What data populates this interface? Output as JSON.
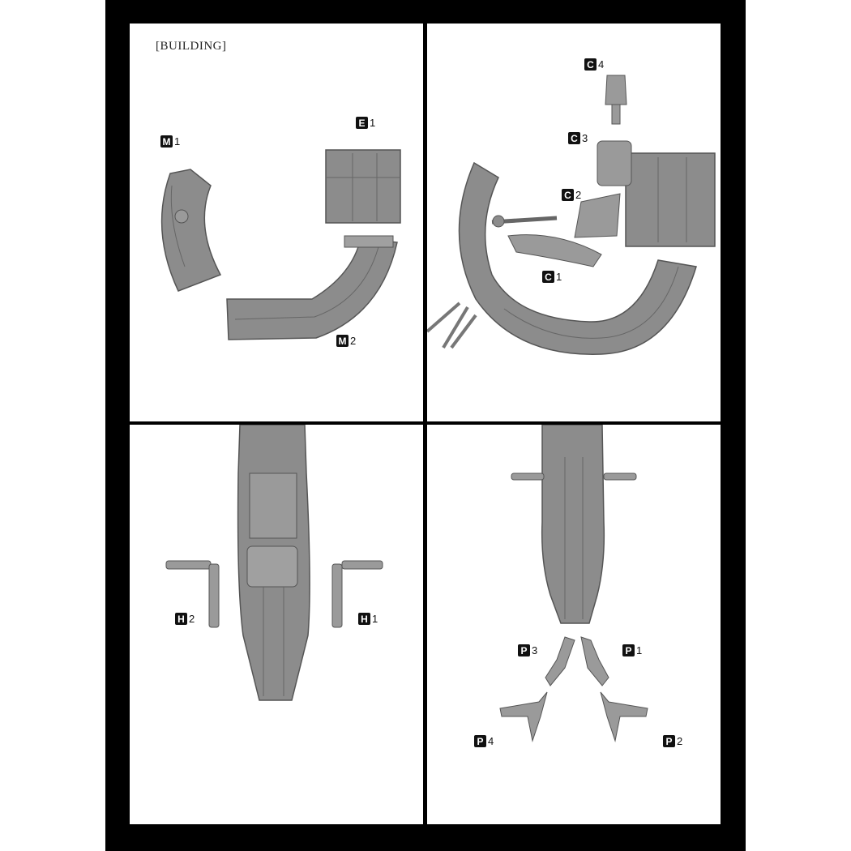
{
  "heading": "[BUILDING]",
  "colors": {
    "page": "#000000",
    "panel": "#ffffff",
    "part": "#8c8c8c",
    "part_dark": "#6e6e6e",
    "part_light": "#a8a8a8"
  },
  "labels": {
    "m1": {
      "letter": "M",
      "num": "1"
    },
    "m2": {
      "letter": "M",
      "num": "2"
    },
    "e1": {
      "letter": "E",
      "num": "1"
    },
    "c1": {
      "letter": "C",
      "num": "1"
    },
    "c2": {
      "letter": "C",
      "num": "2"
    },
    "c3": {
      "letter": "C",
      "num": "3"
    },
    "c4": {
      "letter": "C",
      "num": "4"
    },
    "h1": {
      "letter": "H",
      "num": "1"
    },
    "h2": {
      "letter": "H",
      "num": "2"
    },
    "p1": {
      "letter": "P",
      "num": "1"
    },
    "p2": {
      "letter": "P",
      "num": "2"
    },
    "p3": {
      "letter": "P",
      "num": "3"
    },
    "p4": {
      "letter": "P",
      "num": "4"
    }
  }
}
